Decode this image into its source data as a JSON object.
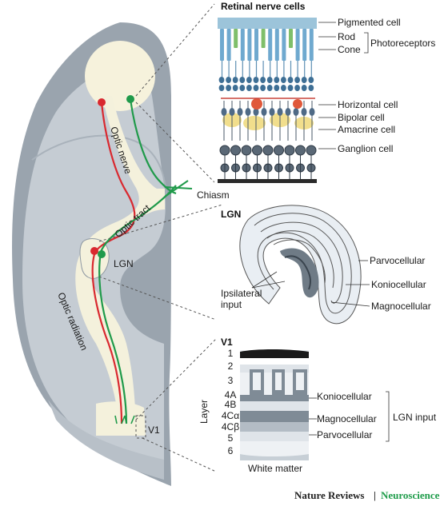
{
  "colors": {
    "red_path": "#d9282f",
    "green_path": "#1f9a4a",
    "brain_shadow": "#9aa4ae",
    "brain_face": "#c5ccd3",
    "pale_tract": "#f4f1dc",
    "brand_green": "#1e9c4a"
  },
  "brain": {
    "optic_nerve": "Optic nerve",
    "chiasm": "Chiasm",
    "optic_tract": "Optic tract",
    "lgn": "LGN",
    "optic_radiation": "Optic radiation",
    "v1": "V1"
  },
  "retina": {
    "title": "Retinal nerve cells",
    "pigmented": "Pigmented cell",
    "rod": "Rod",
    "cone": "Cone",
    "photoreceptors": "Photoreceptors",
    "horizontal": "Horizontal cell",
    "bipolar": "Bipolar cell",
    "amacrine": "Amacrine cell",
    "ganglion": "Ganglion cell"
  },
  "lgn_panel": {
    "title": "LGN",
    "parvo": "Parvocellular",
    "konio": "Koniocellular",
    "magno": "Magnocellular",
    "ipsi_line1": "Ipsilateral",
    "ipsi_line2": "input"
  },
  "v1_panel": {
    "title": "V1",
    "layers": [
      "1",
      "2",
      "3",
      "4A",
      "4B",
      "4Cα",
      "4Cβ",
      "5",
      "6"
    ],
    "layer_axis": "Layer",
    "konio": "Koniocellular",
    "magno": "Magnocellular",
    "parvo": "Parvocellular",
    "lgn_input": "LGN input",
    "white_matter": "White matter"
  },
  "footer": {
    "journal": "Nature Reviews",
    "separator": "|",
    "section": "Neuroscience"
  }
}
